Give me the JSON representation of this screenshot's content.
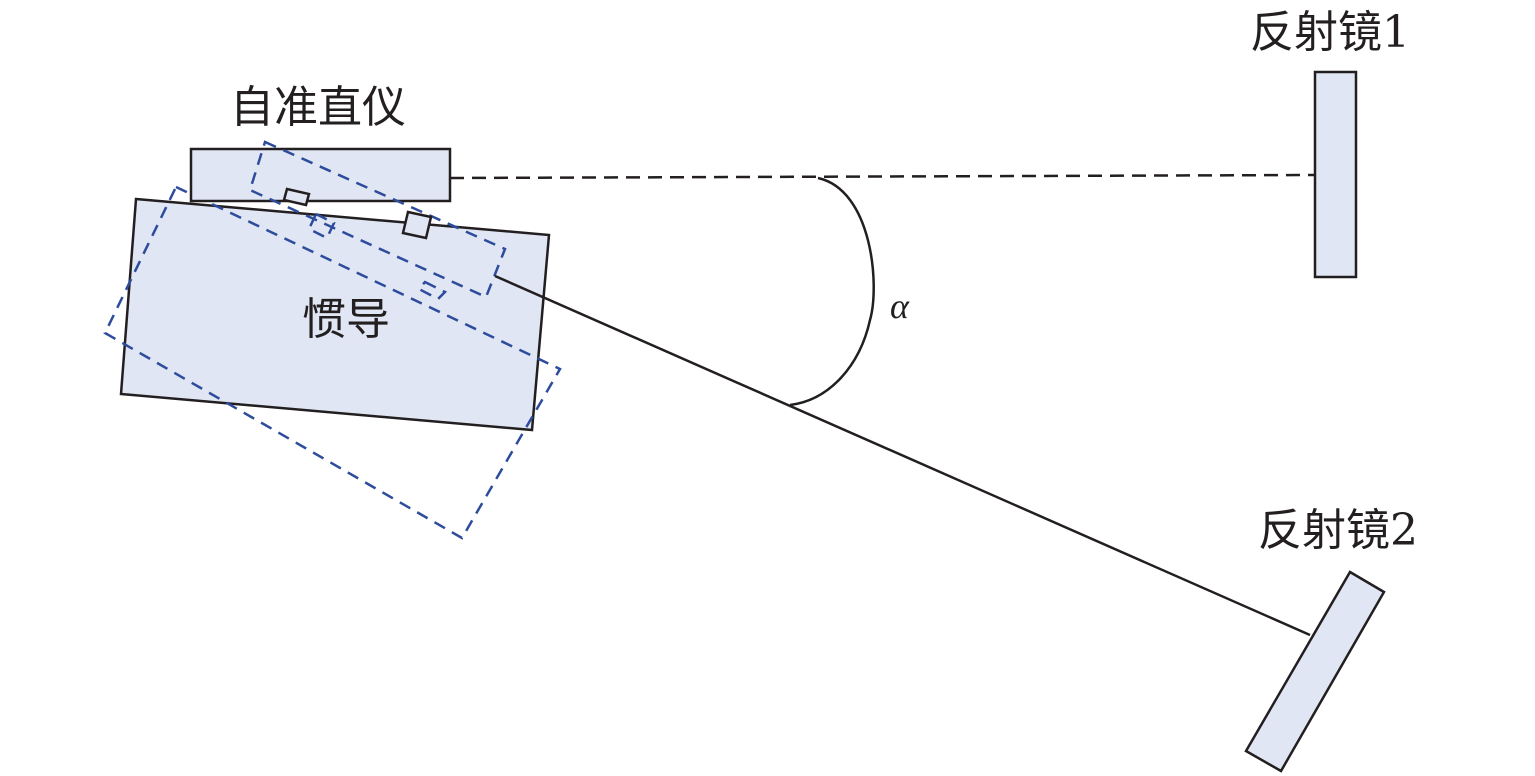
{
  "colors": {
    "fill": "#e0e6f3",
    "stroke": "#231f20",
    "dashed": "#2e4c9c"
  },
  "labels": {
    "autocollimator": "自准直仪",
    "ins": "惯导",
    "mirror1": "反射镜1",
    "mirror2": "反射镜2",
    "angle": "α"
  }
}
